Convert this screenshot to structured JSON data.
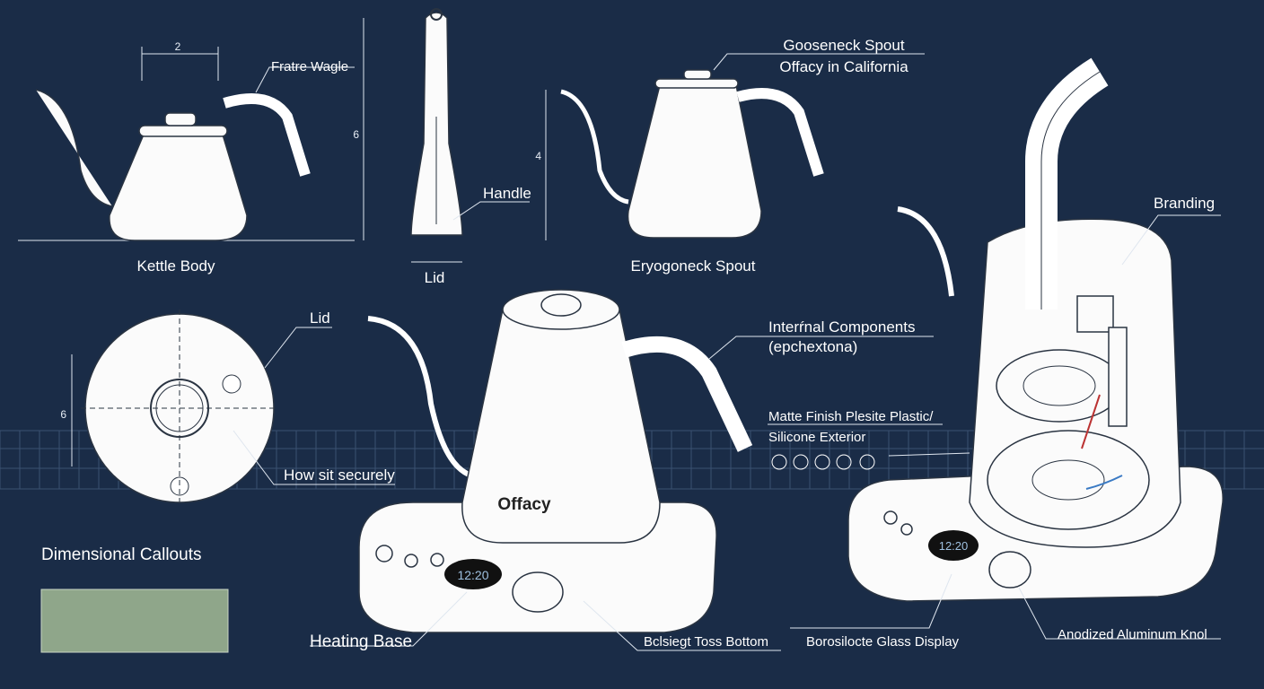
{
  "colors": {
    "background": "#1a2c47",
    "swatch": "#8fa68a",
    "line": "#dfe6ef"
  },
  "top_row": {
    "dim_width": "2",
    "fratre_label": "Fratre Wagle",
    "kettle_body_label": "Kettle Body",
    "dim_height_side": "6",
    "handle_label": "Handle",
    "lid_label_side": "Lid",
    "dim_height_front": "4",
    "eryogoneck_label": "Eryogoneck Spout",
    "gooseneck_title": "Gooseneck Spout",
    "gooseneck_sub": "Offacy in California"
  },
  "lid_view": {
    "lid_label": "Lid",
    "dim": "6",
    "secure_label": "How sit securely"
  },
  "legend": {
    "title": "Dimensional Callouts"
  },
  "main_kettle": {
    "brand": "Offacy",
    "display": "12:20",
    "heating_base_label": "Heating Base",
    "bottom_label": "Bclsiegt Toss Bottom"
  },
  "cutaway": {
    "branding_label": "Branding",
    "internal_title": "Interŕnal Components",
    "internal_sub": "(epchextona)",
    "matte_line1": "Matte Finish Plesite Plastic/",
    "matte_line2": "Silicone Exterior",
    "display": "12:20",
    "glass_label": "Borosilocte Glass Display",
    "knob_label": "Anodized Aluminum Knol"
  }
}
